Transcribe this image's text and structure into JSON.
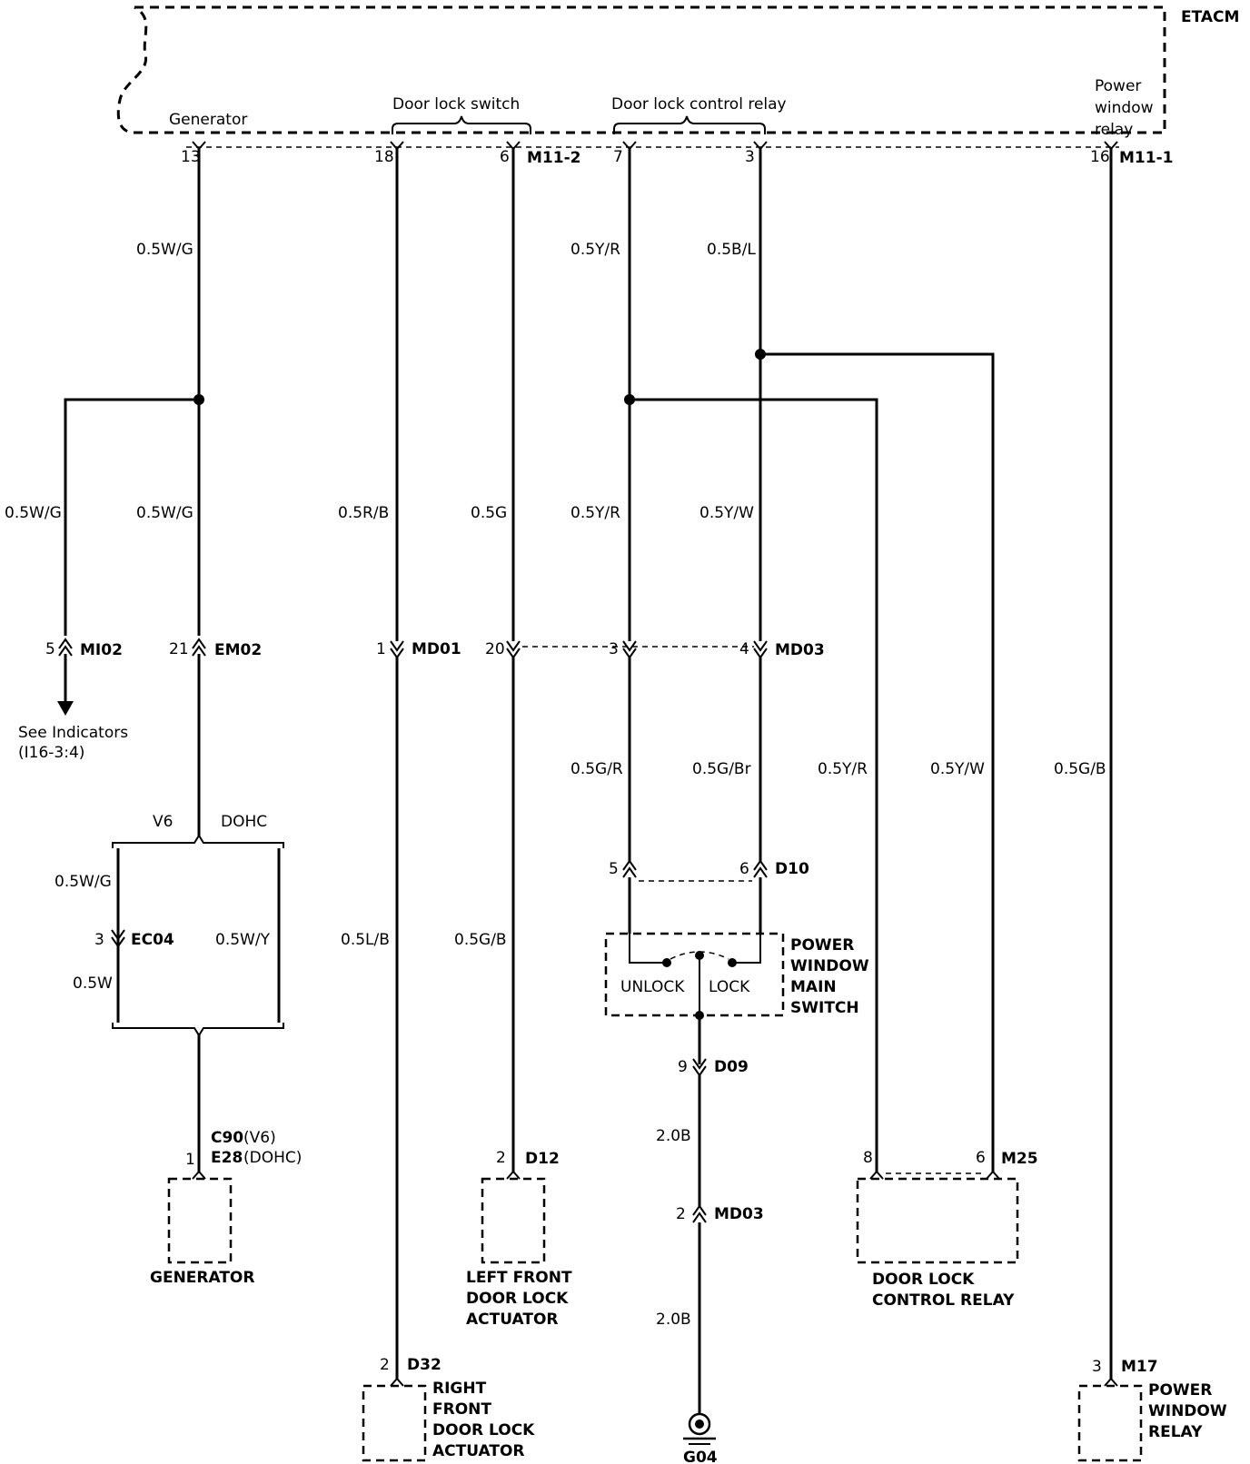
{
  "etacm": "ETACM",
  "headers": {
    "generator": "Generator",
    "door_lock_switch": "Door lock switch",
    "door_lock_control_relay": "Door lock control relay",
    "power_window_relay": [
      "Power",
      "window",
      "relay"
    ]
  },
  "connectors": {
    "m11_2": "M11-2",
    "m11_1": "M11-1",
    "mi02": "MI02",
    "em02": "EM02",
    "md01": "MD01",
    "md03": "MD03",
    "ec04": "EC04",
    "d10": "D10",
    "d09": "D09",
    "md03_lower": "MD03",
    "c90": "C90",
    "c90_suffix": "(V6)",
    "e28": "E28",
    "e28_suffix": "(DOHC)",
    "d12": "D12",
    "m25": "M25",
    "d32": "D32",
    "m17": "M17",
    "g04": "G04"
  },
  "pins": {
    "p13": "13",
    "p18": "18",
    "p6_top": "6",
    "p7": "7",
    "p3_top": "3",
    "p16": "16",
    "p5_mi02": "5",
    "p21": "21",
    "p1_md01": "1",
    "p20": "20",
    "p3_md03": "3",
    "p4_md03": "4",
    "p3_ec04": "3",
    "p5_d10": "5",
    "p6_d10": "6",
    "p9": "9",
    "p1_gen": "1",
    "p2_d12": "2",
    "p2_md03": "2",
    "p8_m25": "8",
    "p6_m25": "6",
    "p2_d32": "2",
    "p3_m17": "3"
  },
  "wires": {
    "w_gen_top": "0.5W/G",
    "w_mi02": "0.5W/G",
    "w_gen_mid": "0.5W/G",
    "w_rb": "0.5R/B",
    "w_g": "0.5G",
    "w_yr_top": "0.5Y/R",
    "w_bl": "0.5B/L",
    "w_yr_mid": "0.5Y/R",
    "w_yw_mid": "0.5Y/W",
    "w_gr": "0.5G/R",
    "w_gbr": "0.5G/Br",
    "w_yr_relay": "0.5Y/R",
    "w_yw_relay": "0.5Y/W",
    "w_gb_pw": "0.5G/B",
    "w_wg_v6": "0.5W/G",
    "w_w": "0.5W",
    "w_wy": "0.5W/Y",
    "w_lb": "0.5L/B",
    "w_gb": "0.5G/B",
    "w_20b_a": "2.0B",
    "w_20b_b": "2.0B"
  },
  "variants": {
    "v6": "V6",
    "dohc": "DOHC"
  },
  "see_indicators": [
    "See Indicators",
    "(I16-3:4)"
  ],
  "switch": {
    "unlock": "UNLOCK",
    "lock": "LOCK",
    "name": [
      "POWER",
      "WINDOW",
      "MAIN",
      "SWITCH"
    ]
  },
  "components": {
    "generator": "GENERATOR",
    "left_front": [
      "LEFT FRONT",
      "DOOR LOCK",
      "ACTUATOR"
    ],
    "door_lock_relay": [
      "DOOR LOCK",
      "CONTROL RELAY"
    ],
    "right_front": [
      "RIGHT",
      "FRONT",
      "DOOR LOCK",
      "ACTUATOR"
    ],
    "power_window_relay": [
      "POWER",
      "WINDOW",
      "RELAY"
    ]
  }
}
